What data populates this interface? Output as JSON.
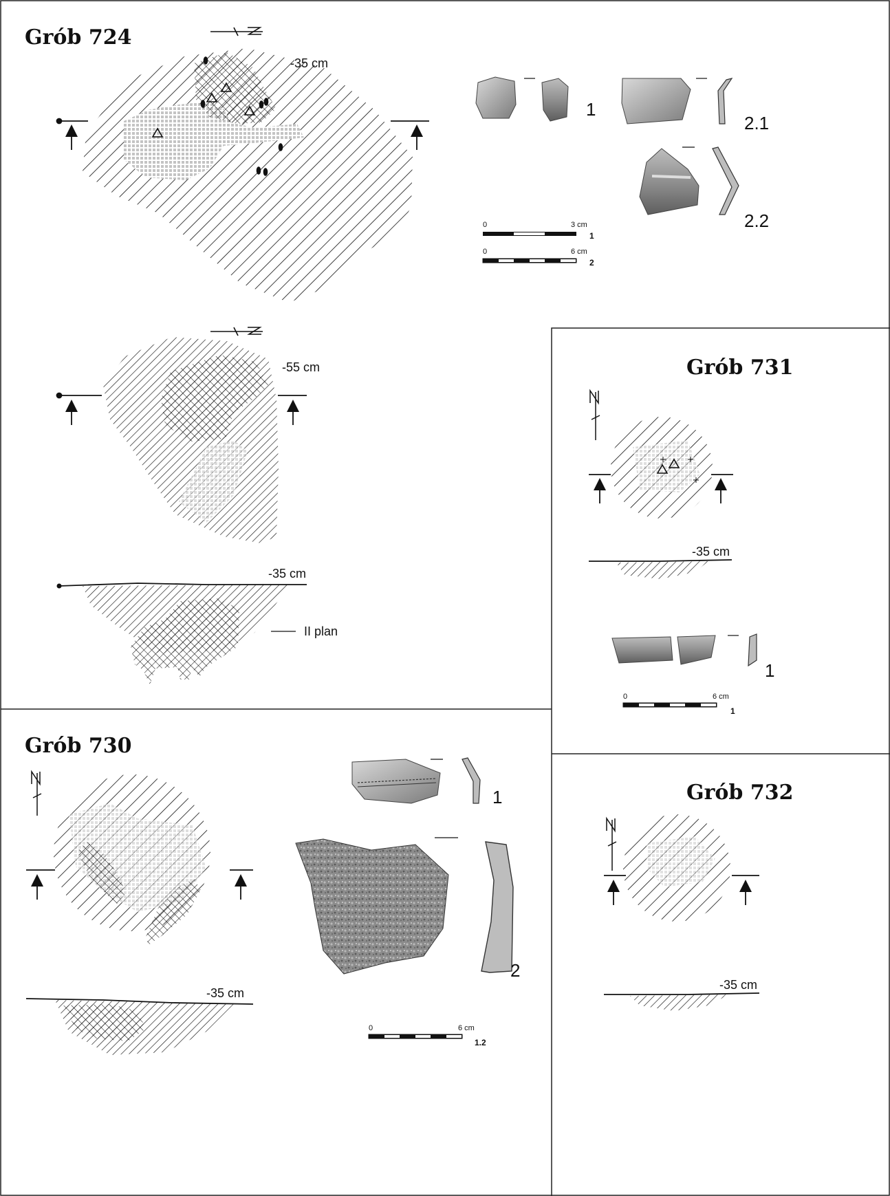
{
  "graves": {
    "g724": {
      "title": "Grób 724",
      "depth_top": "-35 cm",
      "depth_plan2": "-55 cm",
      "depth_section": "-35 cm",
      "section_note": "II plan",
      "finds": [
        "1",
        "2.1",
        "2.2"
      ],
      "scale_a": {
        "zero": "0",
        "max": "3 cm",
        "ref": "1"
      },
      "scale_b": {
        "zero": "0",
        "max": "6 cm",
        "ref": "2"
      }
    },
    "g731": {
      "title": "Grób 731",
      "depth_section": "-35 cm",
      "finds": [
        "1"
      ],
      "scale": {
        "zero": "0",
        "max": "6 cm",
        "ref": "1"
      }
    },
    "g730": {
      "title": "Grób 730",
      "depth_section": "-35 cm",
      "finds": [
        "1",
        "2"
      ],
      "scale": {
        "zero": "0",
        "max": "6 cm",
        "ref": "1.2"
      }
    },
    "g732": {
      "title": "Grób 732",
      "depth_section": "-35 cm"
    }
  },
  "north_label": "N",
  "icons": [
    "north-arrow-icon",
    "section-arrow-icon"
  ]
}
